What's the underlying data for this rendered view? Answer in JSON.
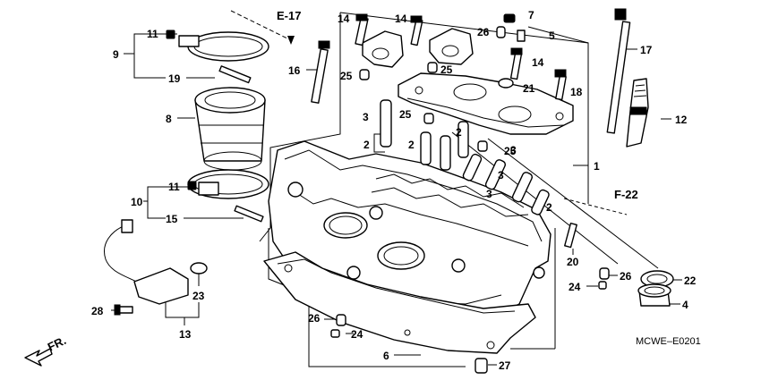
{
  "refs": {
    "e17": "E-17",
    "f22": "F-22"
  },
  "direction": "FR.",
  "code": "MCWE–E0201",
  "callouts": {
    "c1": "1",
    "c2a": "2",
    "c2b": "2",
    "c2c": "2",
    "c2d": "2",
    "c3a": "3",
    "c3b": "3",
    "c3c": "3",
    "c3d": "3",
    "c4": "4",
    "c5": "5",
    "c6": "6",
    "c7": "7",
    "c8": "8",
    "c9": "9",
    "c10": "10",
    "c11a": "11",
    "c11b": "11",
    "c12": "12",
    "c13": "13",
    "c14a": "14",
    "c14b": "14",
    "c14c": "14",
    "c15": "15",
    "c16": "16",
    "c17": "17",
    "c18": "18",
    "c19": "19",
    "c20": "20",
    "c21": "21",
    "c22": "22",
    "c23": "23",
    "c24a": "24",
    "c24b": "24",
    "c25a": "25",
    "c25b": "25",
    "c25c": "25",
    "c25d": "25",
    "c26a": "26",
    "c26b": "26",
    "c26c": "26",
    "c27": "27",
    "c28": "28"
  }
}
